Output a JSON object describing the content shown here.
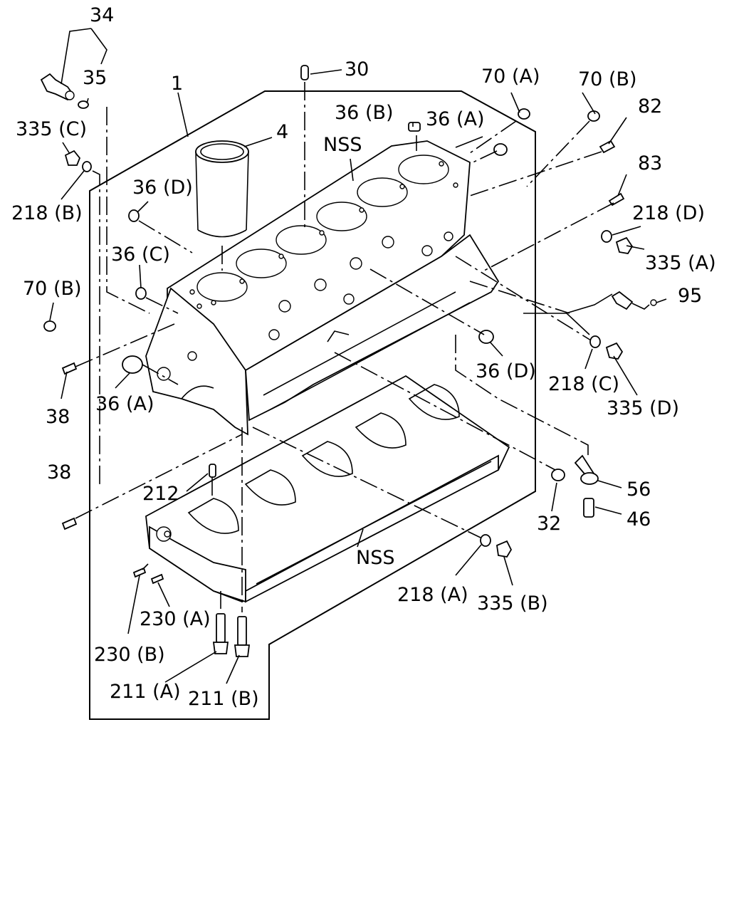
{
  "diagram": {
    "callouts": {
      "c34": "34",
      "c35": "35",
      "c1": "1",
      "c30": "30",
      "c70A_top": "70 (A)",
      "c70B_top": "70 (B)",
      "c82": "82",
      "c83": "83",
      "c36B": "36 (B)",
      "c36A_top": "36 (A)",
      "cNSS_top": "NSS",
      "c4": "4",
      "c335C": "335 (C)",
      "c218B": "218 (B)",
      "c36D_left": "36 (D)",
      "c36C": "36 (C)",
      "c218D": "218 (D)",
      "c335A": "335 (A)",
      "c70B_left": "70 (B)",
      "c95": "95",
      "c36D_right": "36 (D)",
      "c218C": "218 (C)",
      "c335D": "335 (D)",
      "c38_top": "38",
      "c36A_left": "36 (A)",
      "c38_bottom": "38",
      "c212": "212",
      "c56": "56",
      "c46": "46",
      "c32": "32",
      "cNSS_bottom": "NSS",
      "c218A": "218 (A)",
      "c335B": "335 (B)",
      "c230A": "230 (A)",
      "c230B": "230 (B)",
      "c211A": "211 (A)",
      "c211B": "211 (B)"
    }
  }
}
